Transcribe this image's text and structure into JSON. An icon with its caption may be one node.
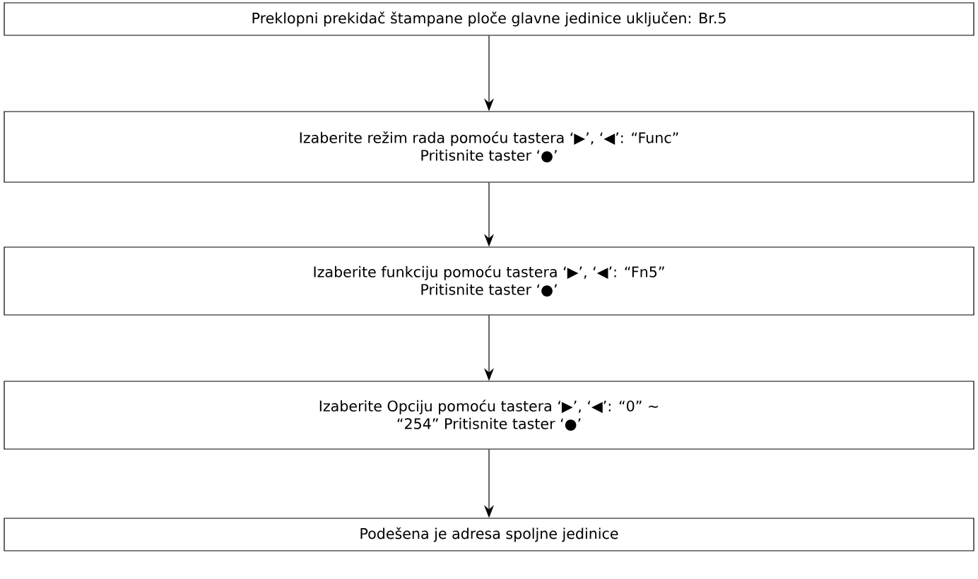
{
  "diagram": {
    "nodes": [
      {
        "text": [
          "Preklopni prekidač štampane ploče glavne jedinice uključen: Br.5"
        ]
      },
      {
        "text": [
          "Izaberite režim rada pomoću tastera ‘▶’, ‘◀’: “Func” Pritisnite taster ‘●’"
        ]
      },
      {
        "text": [
          "Izaberite funkciju pomoću tastera ‘▶’, ‘◀’: “Fn5” Pritisnite taster ‘●’"
        ]
      },
      {
        "text": [
          "Izaberite Opciju pomoću tastera ‘▶’, ‘◀’: “0” ~ “254” Pritisnite taster ‘●’"
        ]
      },
      {
        "text": [
          "Podešena je adresa spoljne jedinice"
        ]
      }
    ],
    "edges": [
      {
        "from": 0,
        "to": 1,
        "arrow": "to"
      },
      {
        "from": 1,
        "to": 2,
        "arrow": "to"
      },
      {
        "from": 2,
        "to": 3,
        "arrow": "to"
      },
      {
        "from": 3,
        "to": 4,
        "arrow": "to"
      }
    ]
  }
}
